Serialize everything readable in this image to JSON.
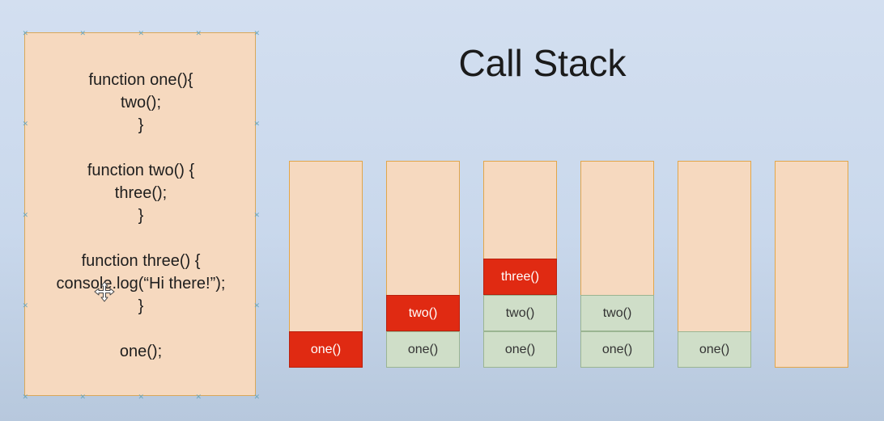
{
  "title": "Call Stack",
  "code_lines": [
    "function one(){",
    "two();",
    "}",
    "function two() {",
    "three();",
    "}",
    "function three() {",
    "console.log(“Hi there!”);",
    "}",
    "one();"
  ],
  "stacks": [
    {
      "frames": [
        {
          "label": "one()",
          "active": true
        }
      ]
    },
    {
      "frames": [
        {
          "label": "one()",
          "active": false
        },
        {
          "label": "two()",
          "active": true
        }
      ]
    },
    {
      "frames": [
        {
          "label": "one()",
          "active": false
        },
        {
          "label": "two()",
          "active": false
        },
        {
          "label": "three()",
          "active": true
        }
      ]
    },
    {
      "frames": [
        {
          "label": "one()",
          "active": false
        },
        {
          "label": "two()",
          "active": false
        }
      ]
    },
    {
      "frames": [
        {
          "label": "one()",
          "active": false
        }
      ]
    },
    {
      "frames": []
    }
  ],
  "colors": {
    "active_frame": "#e02a12",
    "inactive_frame": "#cfdec8",
    "stack_background": "#f6d9bf",
    "stack_border": "#e2a64a"
  }
}
